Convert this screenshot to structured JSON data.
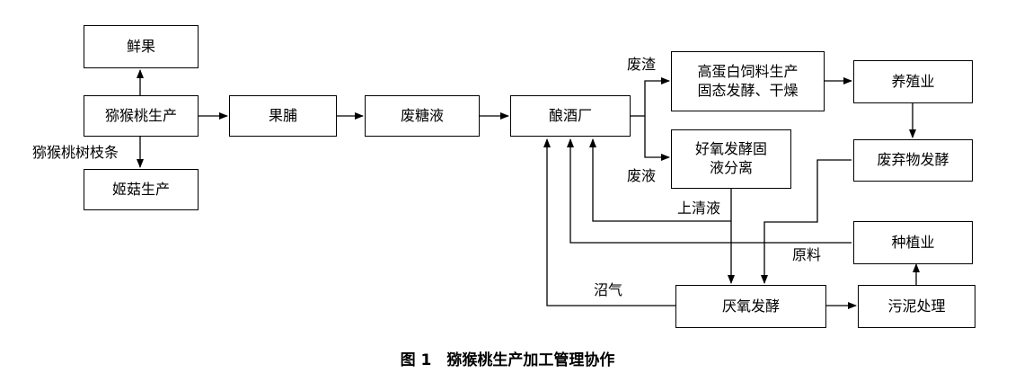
{
  "boxes": {
    "fresh_fruit": "鲜果",
    "kiwi_production": "猕猴桃生产",
    "mushroom_production": "姬菇生产",
    "fruit_pulp": "果脯",
    "waste_sugar": "废糖液",
    "winery": "酿酒厂",
    "feed_production": "高蛋白饲料生产\n固态发酵、干燥",
    "aerobic_fermentation": "好氧发酵固\n液分离",
    "animal_husbandry": "养殖业",
    "waste_fermentation": "废弃物发酵",
    "planting": "种植业",
    "anaerobic_fermentation": "厌氧发酵",
    "sludge_treatment": "污泥处理"
  },
  "labels": {
    "branches": "猕猴桃树枝条",
    "residue": "废渣",
    "liquid": "废液",
    "supernatant": "上清液",
    "raw_material": "原料",
    "biogas": "沼气"
  },
  "caption": "图 1　猕猴桃生产加工管理协作"
}
